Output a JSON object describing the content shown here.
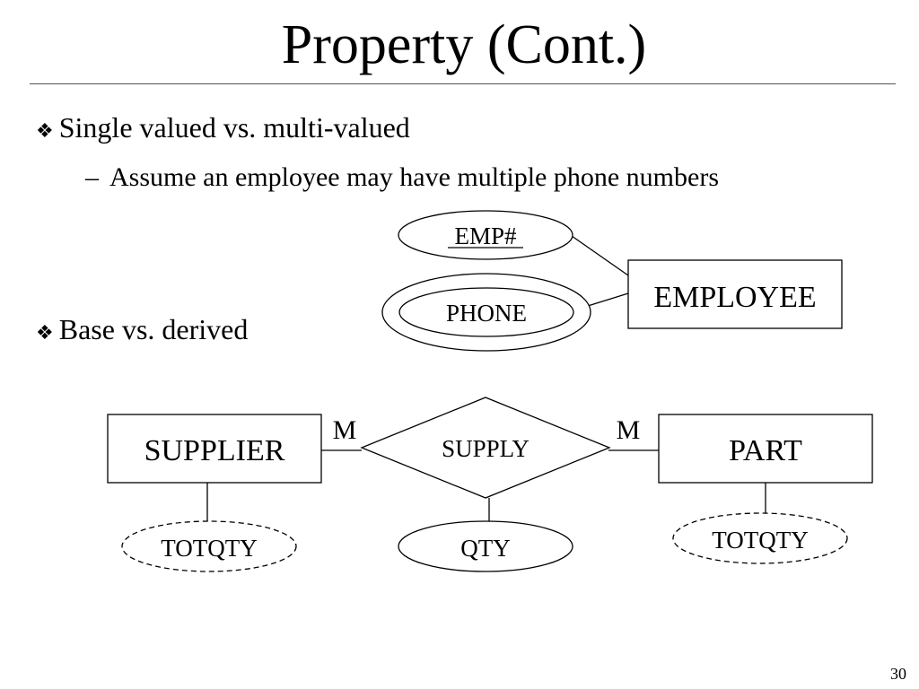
{
  "slide": {
    "title": "Property (Cont.)",
    "page_number": "30"
  },
  "bullets": [
    {
      "glyph": "❖",
      "text": "Single valued vs. multi-valued"
    },
    {
      "glyph": "❖",
      "text": "Base vs. derived"
    }
  ],
  "sub_bullets": [
    {
      "dash": "–",
      "text": "Assume an employee may have multiple phone numbers"
    }
  ],
  "diagram": {
    "employee_entity": "EMPLOYEE",
    "emp_key_attribute": "EMP#",
    "phone_attribute": "PHONE",
    "supplier_entity": "SUPPLIER",
    "part_entity": "PART",
    "supply_relationship": "SUPPLY",
    "supplier_cardinality": "M",
    "part_cardinality": "M",
    "qty_attribute": "QTY",
    "supplier_totqty": "TOTQTY",
    "part_totqty": "TOTQTY"
  }
}
